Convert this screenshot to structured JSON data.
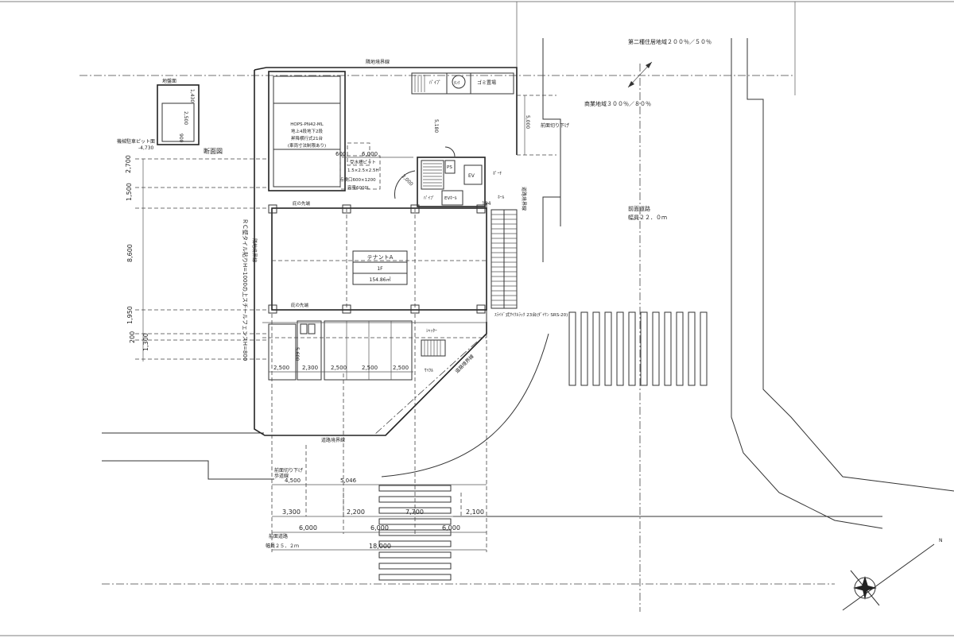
{
  "labels": {
    "zone_residential": "第二種住居地域２００％／５０％",
    "zone_commercial": "商業地域３００％／８０％",
    "front_road_right": "前面道路",
    "front_road_right_width": "幅員２２．０ｍ",
    "front_road_bottom": "前面道路",
    "front_road_bottom_width": "幅員２５．２ｍ",
    "cut_corner_right": "前面切り下げ",
    "cut_corner_bottom": "前面切り下げ",
    "sidewalk": "歩道線",
    "site_boundary_top": "隣地境界線",
    "site_boundary_left": "隣地境界線",
    "road_boundary_right": "道路境界線",
    "road_boundary_bottom": "道路境界線",
    "road_boundary_diag": "道路境界線",
    "wall_note": "ＲＣ壁タイル貼りH=1000の上スチールフェンスH=800",
    "section_title": "断面図",
    "pit_label": "地盤面",
    "pit_dim_h": "1,430",
    "pit_dim_w": "2,500",
    "pit_dim_l": "900",
    "pit_level": "機械駐車ピット面",
    "pit_depth": "-4,730",
    "parking_model": "HOPS-PN42-ML",
    "parking_desc": "地上4段地下2段",
    "parking_type": "昇降横行式21台",
    "parking_note": "(車両寸法制限あり)",
    "tank_label": "受水槽ピット",
    "tank_size": "1.5×2.5×2.5H",
    "tank_inlet": "点検口600×1200",
    "tank_cap": "容量6000L",
    "dim_600": "600",
    "dim_6000": "6,000",
    "dim_2000": "2,000",
    "dim_5180": "5,180",
    "dim_5000": "5,000",
    "dim_5600": "5,600",
    "dim_194": "194",
    "ps_label": "PS",
    "ev_label": "EV",
    "ev_hall": "EVﾎｰﾙ",
    "porch": "ﾎﾟｰﾁ",
    "hall": "ﾎｰﾙ",
    "ps2": "ﾊﾟｲﾌﾟ",
    "pipe_label": "ﾊﾟｲﾌﾟ",
    "gomi_label": "ゴミ置場",
    "tank_icon": "ﾀﾝｸ",
    "eave_label_top": "庇の先端",
    "eave_label_bottom": "庇の先端",
    "tenant_name": "テナントA",
    "tenant_floor": "1F",
    "tenant_area": "154.86㎡",
    "bike_label": "ｽﾗｲﾄﾞ式ｻｲｸﾙﾗｯｸ 23台(ﾀﾞｲｹﾝ SRS-20)",
    "shutter_label": "ｼｬｯﾀｰ",
    "bicycle_small": "ｻｲｸﾙ",
    "row_dims": [
      "2,500",
      "2,300",
      "2,500",
      "2,500",
      "2,500"
    ],
    "left_dims": [
      "2,700",
      "1,500",
      "8,600",
      "1,950",
      "200",
      "1,300"
    ],
    "bottom_dims_row1": [
      "4,500",
      "5,046"
    ],
    "bottom_dims_row2": [
      "3,300",
      "2,200",
      "7,700",
      "2,100"
    ],
    "bottom_dims_row3": [
      "6,000",
      "6,000",
      "6,000"
    ],
    "bottom_total": "18,000",
    "north_label": "N"
  }
}
